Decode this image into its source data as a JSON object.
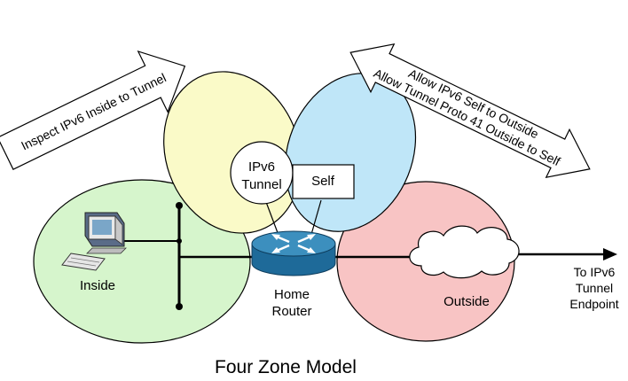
{
  "arrows": {
    "left": "Inspect IPv6 Inside to Tunnel",
    "right_line1": "Allow IPv6 Self to Outside",
    "right_line2": "Allow Tunnel Proto 41 Outside to Self"
  },
  "zones": {
    "inside": "Inside",
    "outside": "Outside",
    "tunnel_line1": "IPv6",
    "tunnel_line2": "Tunnel",
    "self": "Self"
  },
  "router": {
    "line1": "Home",
    "line2": "Router"
  },
  "endpoint": {
    "line1": "To IPv6",
    "line2": "Tunnel",
    "line3": "Endpoint"
  },
  "caption": "Four Zone Model",
  "colors": {
    "inside_zone": "#d6f5cc",
    "tunnel_zone": "#fafac8",
    "self_zone": "#bfe6f8",
    "outside_zone": "#f8c4c4",
    "router": "#3c8fbe"
  }
}
